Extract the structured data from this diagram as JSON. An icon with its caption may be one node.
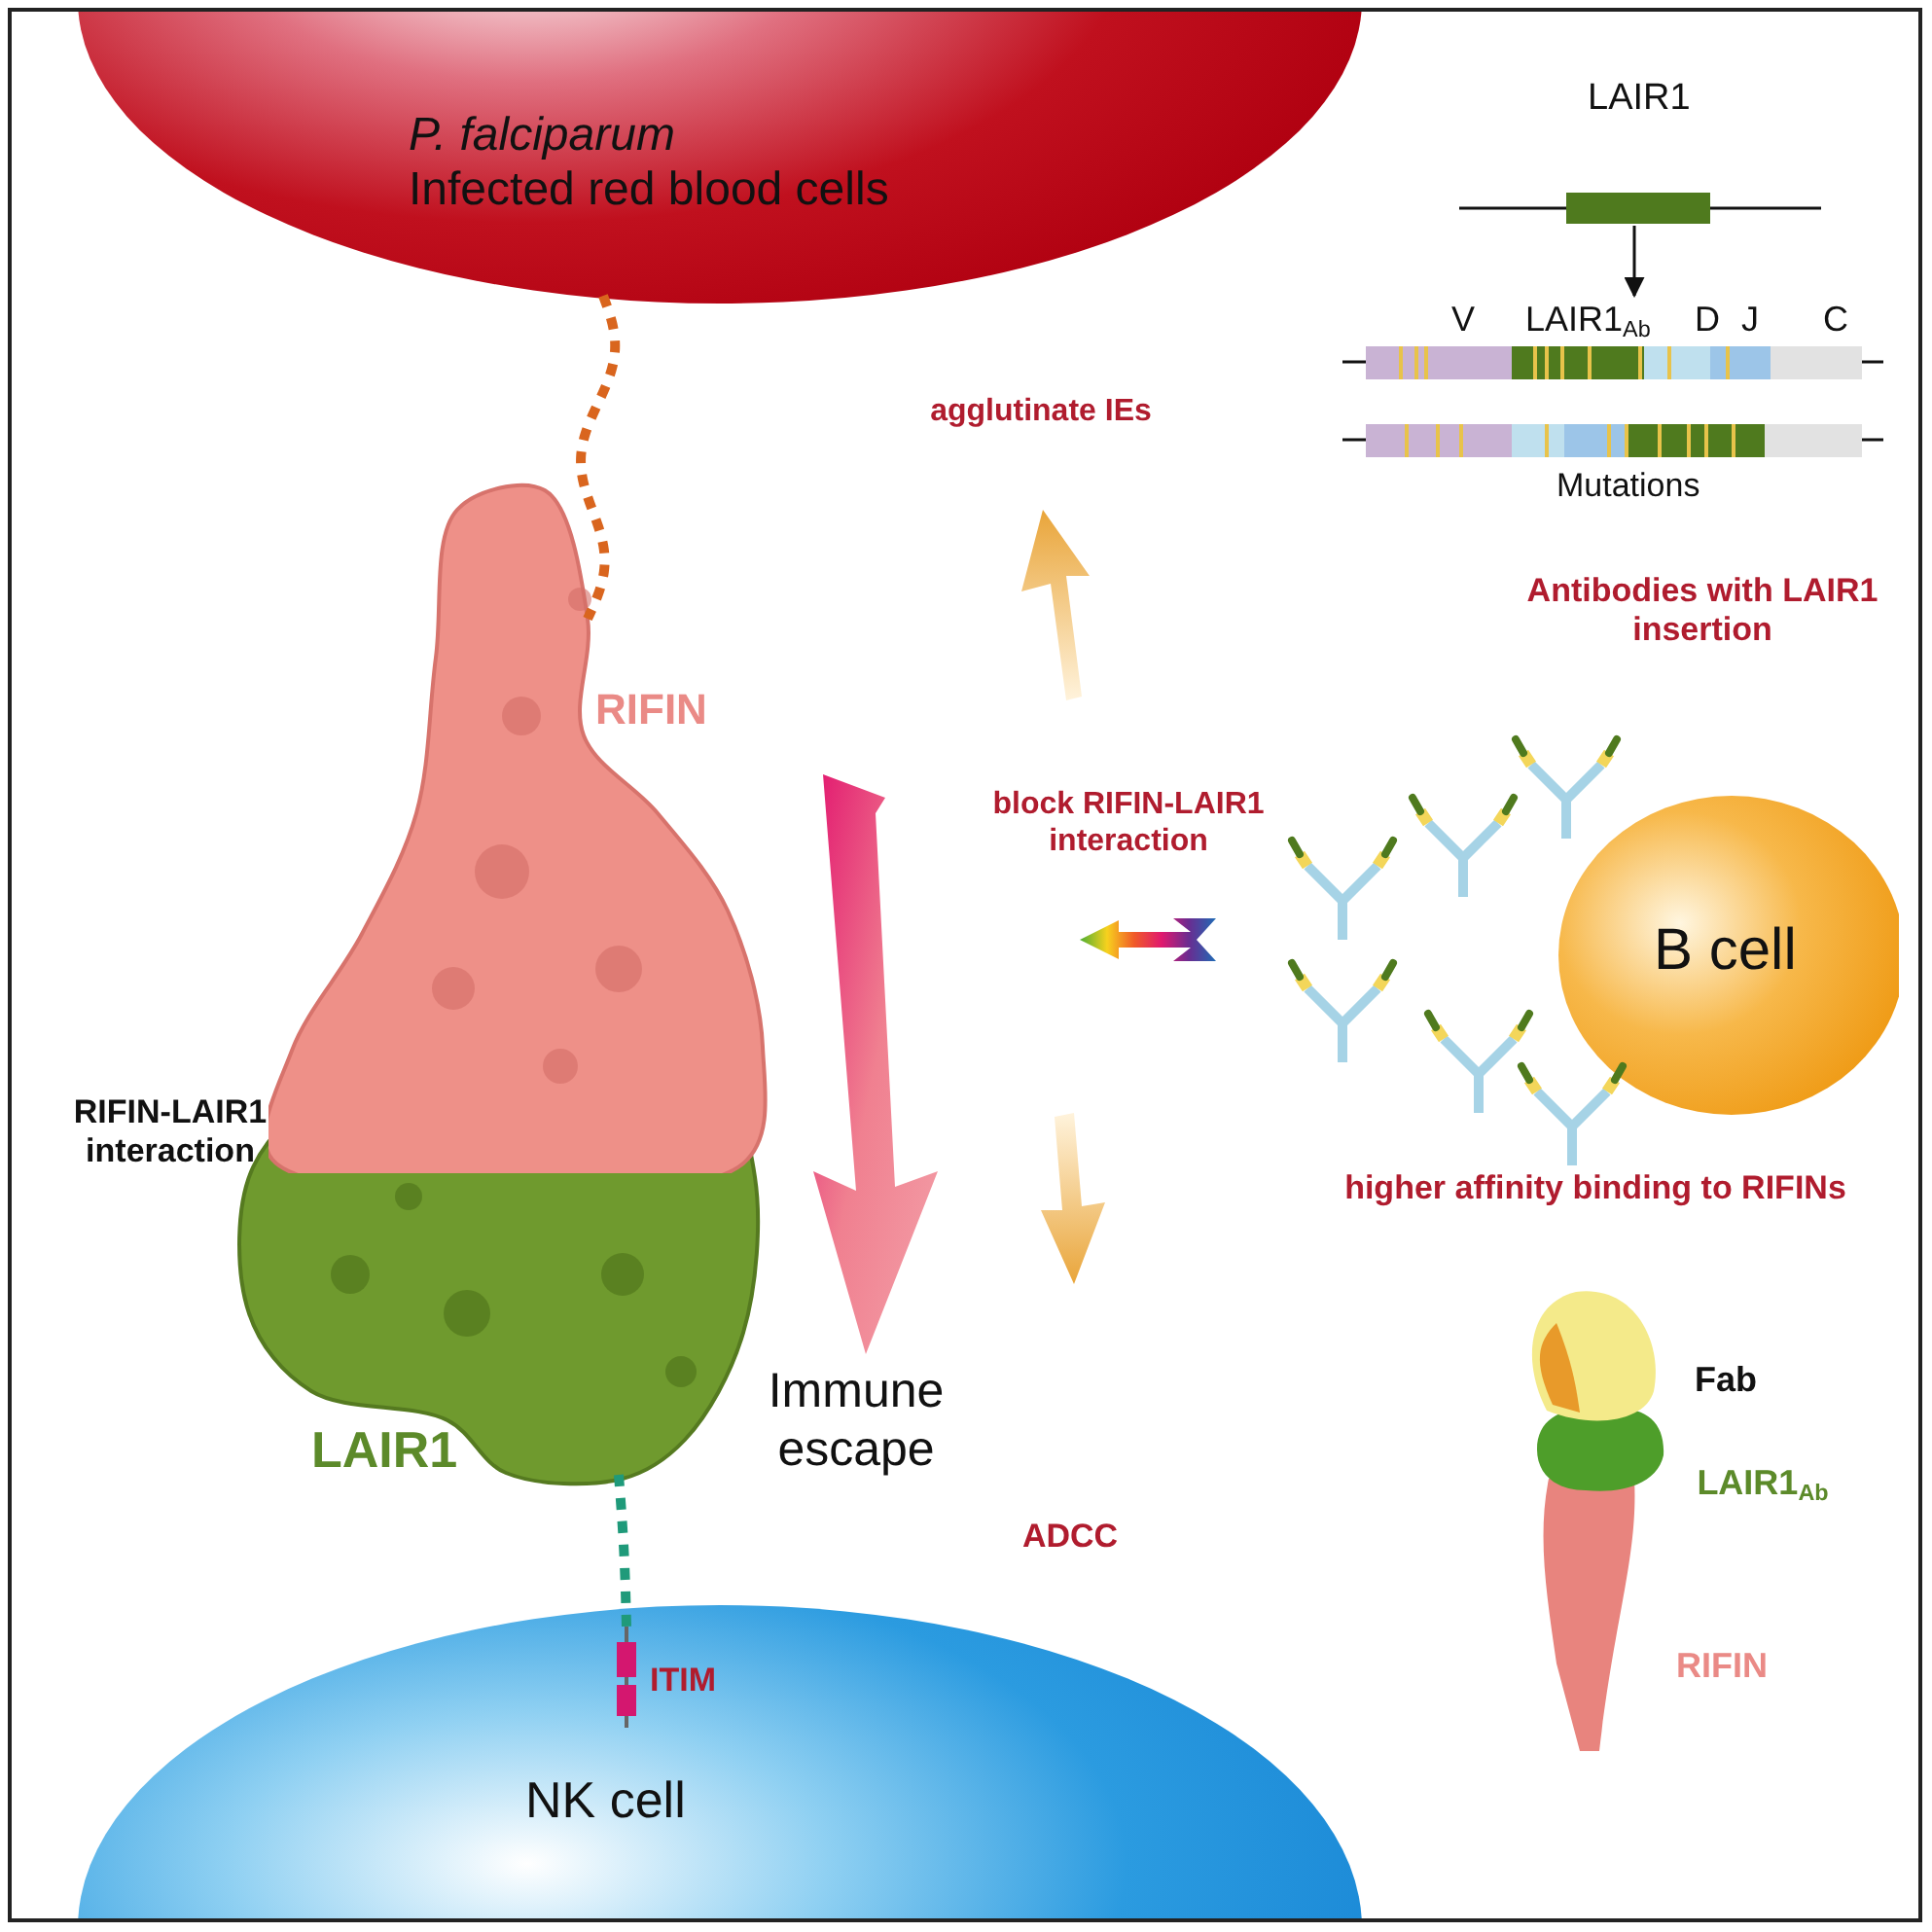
{
  "diagram": {
    "nodes": [
      {
        "text": [
          "*P. falciparum* Infected red blood cells"
        ]
      },
      {
        "text": [
          "NK cell"
        ]
      },
      {
        "text": [
          "B cell"
        ]
      },
      {
        "text": [
          "LAIR1"
        ]
      },
      {
        "text": [
          "V",
          "LAIR1$_{Ab}$",
          "D",
          "J",
          "C"
        ]
      },
      {
        "text": [
          "Mutations"
        ]
      },
      {
        "text": [
          "RIFIN"
        ]
      },
      {
        "text": [
          "LAIR1"
        ]
      },
      {
        "text": [
          "ITIM"
        ],
        "in": 1
      }
    ],
    "edges": [
      {
        "from": 0,
        "to": 6,
        "arrow": "none",
        "style": "dashed",
        "color": "#d9651e"
      },
      {
        "from": 7,
        "to": 8,
        "arrow": "none",
        "style": "dashed",
        "color": "#1f9a7a"
      },
      {
        "from": 3,
        "to": 4,
        "arrow": "to",
        "color": "#111111"
      }
    ],
    "labels": [
      "RIFIN-LAIR1 interaction",
      "agglutinate IEs",
      "block RIFIN-LAIR1 interaction",
      "Immune escape",
      "ADCC",
      "Antibodies with LAIR1 insertion",
      "higher affinity binding to RIFINs",
      "Fab",
      "LAIR1$_{Ab}$",
      "RIFIN"
    ]
  }
}
